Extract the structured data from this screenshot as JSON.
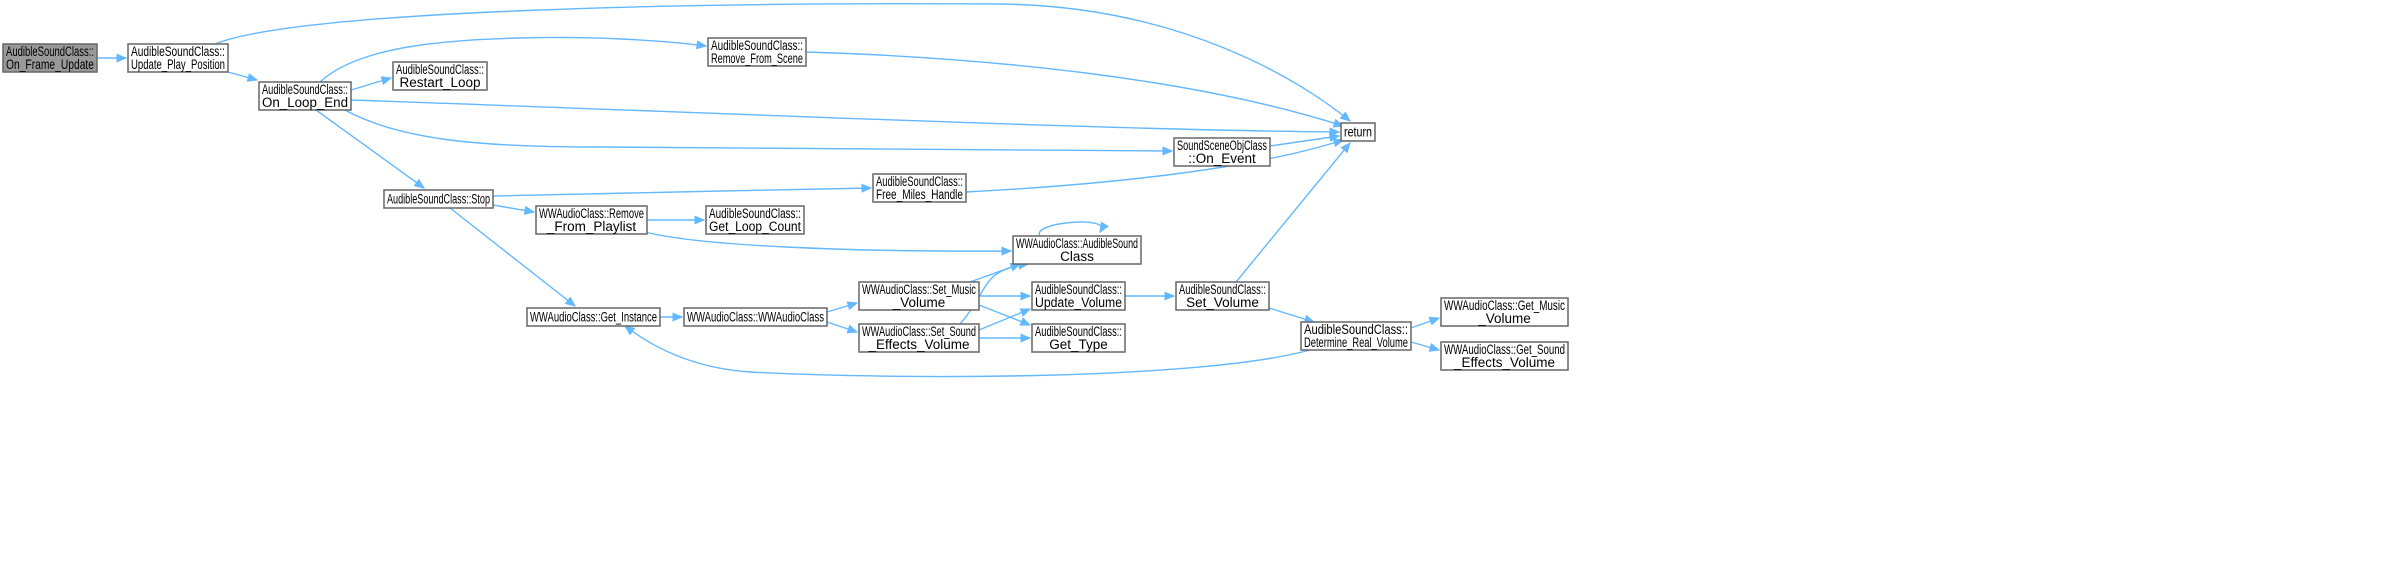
{
  "graph": {
    "nodes": [
      {
        "id": "on_frame_update",
        "lines": [
          "AudibleSoundClass::",
          "On_Frame_Update"
        ],
        "current": true
      },
      {
        "id": "update_play_position",
        "lines": [
          "AudibleSoundClass::",
          "Update_Play_Position"
        ]
      },
      {
        "id": "on_loop_end",
        "lines": [
          "AudibleSoundClass::",
          "On_Loop_End"
        ]
      },
      {
        "id": "remove_from_scene",
        "lines": [
          "AudibleSoundClass::",
          "Remove_From_Scene"
        ]
      },
      {
        "id": "restart_loop",
        "lines": [
          "AudibleSoundClass::",
          "Restart_Loop"
        ]
      },
      {
        "id": "return",
        "lines": [
          "return"
        ]
      },
      {
        "id": "soundscene_on_event",
        "lines": [
          "SoundSceneObjClass",
          "::On_Event"
        ]
      },
      {
        "id": "stop",
        "lines": [
          "AudibleSoundClass::Stop"
        ]
      },
      {
        "id": "free_miles_handle",
        "lines": [
          "AudibleSoundClass::",
          "Free_Miles_Handle"
        ]
      },
      {
        "id": "remove_from_playlist",
        "lines": [
          "WWAudioClass::Remove",
          "_From_Playlist"
        ]
      },
      {
        "id": "get_loop_count",
        "lines": [
          "AudibleSoundClass::",
          "Get_Loop_Count"
        ]
      },
      {
        "id": "ww_audiblesoundclass",
        "lines": [
          "WWAudioClass::AudibleSound",
          "Class"
        ]
      },
      {
        "id": "get_instance",
        "lines": [
          "WWAudioClass::Get_Instance"
        ]
      },
      {
        "id": "wwaudioclass_ctor",
        "lines": [
          "WWAudioClass::WWAudioClass"
        ]
      },
      {
        "id": "set_music_volume",
        "lines": [
          "WWAudioClass::Set_Music",
          "_Volume"
        ]
      },
      {
        "id": "set_sound_effects_volume",
        "lines": [
          "WWAudioClass::Set_Sound",
          "_Effects_Volume"
        ]
      },
      {
        "id": "update_volume",
        "lines": [
          "AudibleSoundClass::",
          "Update_Volume"
        ]
      },
      {
        "id": "get_type",
        "lines": [
          "AudibleSoundClass::",
          "Get_Type"
        ]
      },
      {
        "id": "set_volume",
        "lines": [
          "AudibleSoundClass::",
          "Set_Volume"
        ]
      },
      {
        "id": "determine_real_volume",
        "lines": [
          "AudibleSoundClass::",
          "Determine_Real_Volume"
        ]
      },
      {
        "id": "get_music_volume",
        "lines": [
          "WWAudioClass::Get_Music",
          "_Volume"
        ]
      },
      {
        "id": "get_sound_effects_volume",
        "lines": [
          "WWAudioClass::Get_Sound",
          "_Effects_Volume"
        ]
      }
    ],
    "edges": [
      {
        "from": "on_frame_update",
        "to": "update_play_position"
      },
      {
        "from": "update_play_position",
        "to": "on_loop_end"
      },
      {
        "from": "update_play_position",
        "to": "return"
      },
      {
        "from": "on_loop_end",
        "to": "remove_from_scene"
      },
      {
        "from": "on_loop_end",
        "to": "restart_loop"
      },
      {
        "from": "on_loop_end",
        "to": "return"
      },
      {
        "from": "on_loop_end",
        "to": "soundscene_on_event"
      },
      {
        "from": "on_loop_end",
        "to": "stop"
      },
      {
        "from": "remove_from_scene",
        "to": "return"
      },
      {
        "from": "soundscene_on_event",
        "to": "return"
      },
      {
        "from": "stop",
        "to": "free_miles_handle"
      },
      {
        "from": "stop",
        "to": "remove_from_playlist"
      },
      {
        "from": "stop",
        "to": "get_instance"
      },
      {
        "from": "free_miles_handle",
        "to": "return"
      },
      {
        "from": "remove_from_playlist",
        "to": "get_loop_count"
      },
      {
        "from": "remove_from_playlist",
        "to": "ww_audiblesoundclass"
      },
      {
        "from": "ww_audiblesoundclass",
        "to": "ww_audiblesoundclass"
      },
      {
        "from": "get_instance",
        "to": "wwaudioclass_ctor"
      },
      {
        "from": "wwaudioclass_ctor",
        "to": "set_music_volume"
      },
      {
        "from": "wwaudioclass_ctor",
        "to": "set_sound_effects_volume"
      },
      {
        "from": "set_music_volume",
        "to": "ww_audiblesoundclass"
      },
      {
        "from": "set_music_volume",
        "to": "update_volume"
      },
      {
        "from": "set_music_volume",
        "to": "get_type"
      },
      {
        "from": "set_sound_effects_volume",
        "to": "ww_audiblesoundclass"
      },
      {
        "from": "set_sound_effects_volume",
        "to": "update_volume"
      },
      {
        "from": "set_sound_effects_volume",
        "to": "get_type"
      },
      {
        "from": "update_volume",
        "to": "set_volume"
      },
      {
        "from": "set_volume",
        "to": "return"
      },
      {
        "from": "set_volume",
        "to": "determine_real_volume"
      },
      {
        "from": "determine_real_volume",
        "to": "get_instance"
      },
      {
        "from": "determine_real_volume",
        "to": "get_music_volume"
      },
      {
        "from": "determine_real_volume",
        "to": "get_sound_effects_volume"
      }
    ]
  },
  "colors": {
    "edge": "#63b8ff",
    "node_border": "#666666",
    "current_node_fill": "#999999",
    "node_fill": "#ffffff"
  }
}
